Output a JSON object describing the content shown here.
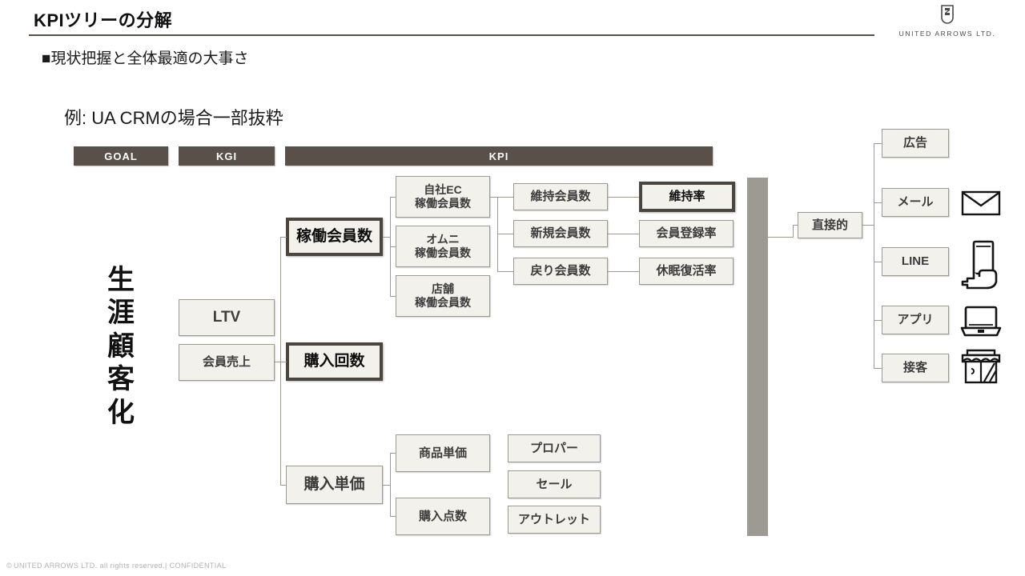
{
  "header": {
    "title": "KPIツリーの分解",
    "subtitle": "■現状把握と全体最適の大事さ",
    "logo_text": "UNITED ARROWS LTD.",
    "logo_mark": "united-arrows-mark"
  },
  "example_caption": "例: UA CRMの場合一部抜粋",
  "column_bars": [
    {
      "label": "GOAL"
    },
    {
      "label": "KGI"
    },
    {
      "label": "KPI"
    }
  ],
  "goal_vertical": [
    "生",
    "涯",
    "顧",
    "客",
    "化"
  ],
  "nodes": {
    "ltv": "LTV",
    "member_sales": "会員売上",
    "active_members": "稼働会員数",
    "purchase_count": "購入回数",
    "purchase_unit_price": "購入単価",
    "ec_active_members": "自社EC\n稼働会員数",
    "ec_active_members_l1": "自社EC",
    "ec_active_members_l2": "稼働会員数",
    "omni_active_members_l1": "オムニ",
    "omni_active_members_l2": "稼働会員数",
    "store_active_members_l1": "店舗",
    "store_active_members_l2": "稼働会員数",
    "retained_members": "維持会員数",
    "new_members": "新規会員数",
    "returning_members": "戻り会員数",
    "retention_rate": "維持率",
    "registration_rate": "会員登録率",
    "dormant_reactivation_rate": "休眠復活率",
    "item_unit_price": "商品単価",
    "purchase_items": "購入点数",
    "proper": "プロパー",
    "sale": "セール",
    "outlet": "アウトレット",
    "direct": "直接的"
  },
  "channels": [
    {
      "label": "広告",
      "icon": ""
    },
    {
      "label": "メール",
      "icon": "envelope-icon"
    },
    {
      "label": "LINE",
      "icon": "hand-phone-icon"
    },
    {
      "label": "アプリ",
      "icon": "laptop-icon"
    },
    {
      "label": "接客",
      "icon": "storefront-icon"
    }
  ],
  "channel_labels": {
    "ad": "広告",
    "mail": "メール",
    "line": "LINE",
    "app": "アプリ",
    "service": "接客"
  },
  "footer": {
    "copyright_symbol": "©",
    "text": "UNITED ARROWS LTD. all rights reserved.| CONFIDENTIAL"
  },
  "colors": {
    "bar_dark": "#595149",
    "box_fill": "#f2f1ec",
    "box_border": "#9b9b92",
    "highlight_border": "#4a463f",
    "grey_bar": "#9d9a93",
    "rule": "#595144"
  }
}
